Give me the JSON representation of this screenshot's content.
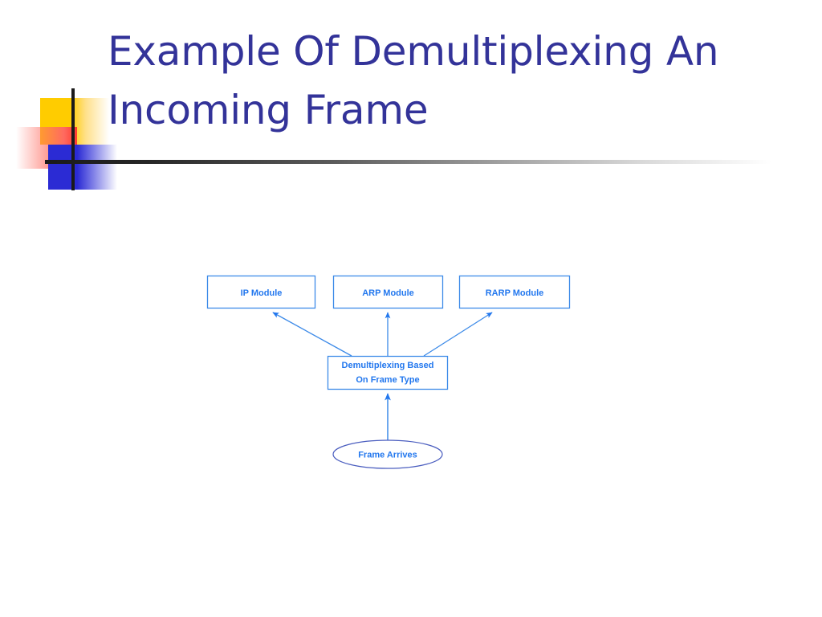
{
  "slide": {
    "title": "Example Of Demultiplexing An Incoming Frame",
    "background_color": "#FFFFFF",
    "title_color": "#333399"
  },
  "decoration": {
    "name": "powerpoint-title-ornament",
    "yellow_color": "#FFCC00",
    "red_color": "#FF3B30",
    "blue_color": "#2B2BD4",
    "rule_color": "#1A1A1A"
  },
  "diagram": {
    "type": "flowchart",
    "accent_color": "#2277EE",
    "border_color": "#3C8AE8",
    "ellipse_border_color": "#4A5DBF",
    "nodes": [
      {
        "id": "ip",
        "shape": "rect",
        "label": "IP Module",
        "label_lines": [
          "IP Module"
        ]
      },
      {
        "id": "arp",
        "shape": "rect",
        "label": "ARP Module",
        "label_lines": [
          "ARP Module"
        ]
      },
      {
        "id": "rarp",
        "shape": "rect",
        "label": "RARP Module",
        "label_lines": [
          "RARP Module"
        ]
      },
      {
        "id": "demux",
        "shape": "rect",
        "label": "Demultiplexing Based On Frame Type",
        "label_lines": [
          "Demultiplexing Based",
          "On Frame Type"
        ]
      },
      {
        "id": "start",
        "shape": "ellipse",
        "label": "Frame Arrives",
        "label_lines": [
          "Frame Arrives"
        ]
      }
    ],
    "edges": [
      {
        "from": "start",
        "to": "demux",
        "arrow": "up"
      },
      {
        "from": "demux",
        "to": "ip",
        "arrow": "up-left"
      },
      {
        "from": "demux",
        "to": "arp",
        "arrow": "up"
      },
      {
        "from": "demux",
        "to": "rarp",
        "arrow": "up-right"
      }
    ],
    "labels": {
      "ip": "IP Module",
      "arp": "ARP Module",
      "rarp": "RARP Module",
      "demux_line1": "Demultiplexing Based",
      "demux_line2": "On Frame Type",
      "start": "Frame Arrives"
    }
  }
}
